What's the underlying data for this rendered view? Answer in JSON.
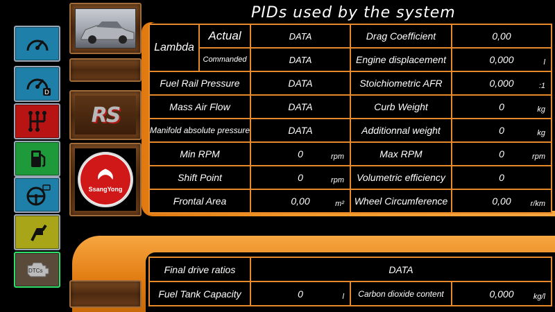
{
  "title": "PIDs used by the system",
  "sidebar": {
    "buttons": [
      {
        "name": "gauge",
        "icon": "speedometer-icon",
        "color": "#1e7fa8"
      },
      {
        "name": "gauge-d",
        "icon": "speedometer-d-icon",
        "color": "#1e7fa8",
        "badge": "D"
      },
      {
        "name": "gearbox",
        "icon": "gearbox-icon",
        "color": "#b81414"
      },
      {
        "name": "fuel",
        "icon": "fuel-pump-icon",
        "color": "#1f9a3a"
      },
      {
        "name": "steering",
        "icon": "steering-wheel-icon",
        "color": "#1e7fa8"
      },
      {
        "name": "nozzle",
        "icon": "fuel-nozzle-icon",
        "color": "#a8a618"
      },
      {
        "name": "dtc",
        "icon": "engine-dtc-icon",
        "color": "#5a4a3a",
        "label": "DTCs"
      }
    ]
  },
  "vehicles": {
    "rs_label": "RS",
    "ssangyong_label": "SsangYong"
  },
  "pids": {
    "lambda": "Lambda",
    "actual": "Actual",
    "commanded": "Commanded",
    "lambda_actual_value": "DATA",
    "lambda_commanded_value": "DATA",
    "fuel_rail_pressure": "Fuel Rail Pressure",
    "fuel_rail_pressure_value": "DATA",
    "mass_air_flow": "Mass Air Flow",
    "mass_air_flow_value": "DATA",
    "map": "Manifold absolute pressure",
    "map_value": "DATA",
    "min_rpm": "Min RPM",
    "min_rpm_value": "0",
    "min_rpm_unit": "rpm",
    "shift_point": "Shift Point",
    "shift_point_value": "0",
    "shift_point_unit": "rpm",
    "frontal_area": "Frontal Area",
    "frontal_area_value": "0,00",
    "frontal_area_unit": "m²",
    "drag_coefficient": "Drag Coefficient",
    "drag_coefficient_value": "0,00",
    "engine_displacement": "Engine displacement",
    "engine_displacement_value": "0,000",
    "engine_displacement_unit": "l",
    "stoich_afr": "Stoichiometric AFR",
    "stoich_afr_value": "0,000",
    "stoich_afr_unit": ":1",
    "curb_weight": "Curb Weight",
    "curb_weight_value": "0",
    "curb_weight_unit": "kg",
    "additional_weight": "Additionnal weight",
    "additional_weight_value": "0",
    "additional_weight_unit": "kg",
    "max_rpm": "Max RPM",
    "max_rpm_value": "0",
    "max_rpm_unit": "rpm",
    "vol_eff": "Volumetric efficiency",
    "vol_eff_value": "0",
    "wheel_circ": "Wheel Circumference",
    "wheel_circ_value": "0,00",
    "wheel_circ_unit": "r/km"
  },
  "bottom": {
    "final_drive": "Final drive ratios",
    "final_drive_value": "DATA",
    "fuel_tank": "Fuel Tank Capacity",
    "fuel_tank_value": "0",
    "fuel_tank_unit": "l",
    "co2": "Carbon dioxide content",
    "co2_value": "0,000",
    "co2_unit": "kg/l"
  },
  "colors": {
    "accent": "#e8892a",
    "active_border": "#2ee06a"
  }
}
